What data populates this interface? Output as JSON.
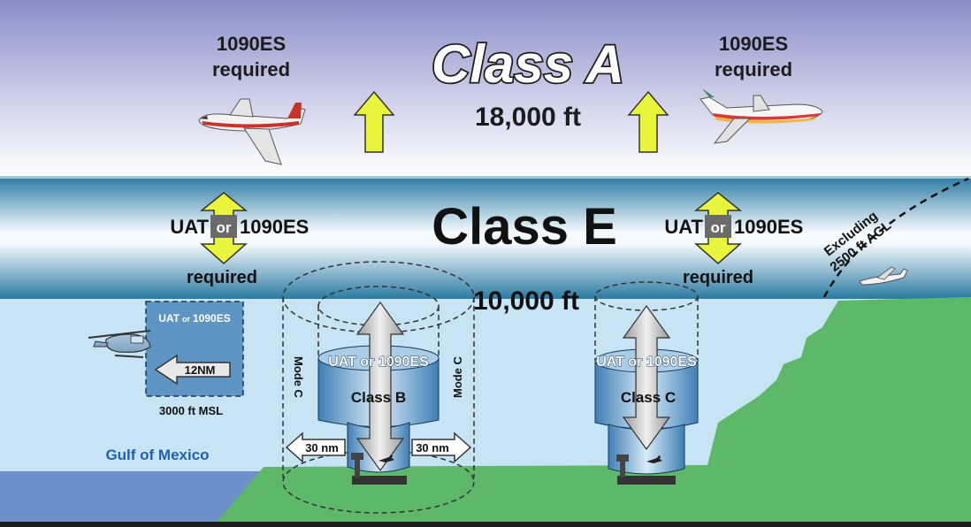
{
  "class_a": {
    "title": "Class A",
    "altitude": "18,000 ft",
    "left_req_line1": "1090ES",
    "left_req_line2": "required",
    "right_req_line1": "1090ES",
    "right_req_line2": "required"
  },
  "class_e": {
    "title": "Class E",
    "floor_altitude": "10,000 ft",
    "left_uat": "UAT",
    "left_or": "or",
    "left_es": "1090ES",
    "left_required": "required",
    "right_uat": "UAT",
    "right_or": "or",
    "right_es": "1090ES",
    "right_required": "required",
    "excluding_line1": "Excluding",
    "excluding_line2": "2500 ft AGL"
  },
  "gulf_area": {
    "label_uat": "UAT",
    "label_or": "or",
    "label_es": "1090ES",
    "distance": "12NM",
    "altitude": "3000 ft MSL",
    "water_label": "Gulf of Mexico"
  },
  "class_b": {
    "title": "Class B",
    "equipment": "UAT or 1090ES",
    "mode_c_left": "Mode C",
    "mode_c_right": "Mode C",
    "radius_left": "30 nm",
    "radius_right": "30 nm"
  },
  "class_c": {
    "title": "Class C",
    "equipment": "UAT or 1090ES"
  },
  "colors": {
    "sky_top": "#8d90c9",
    "class_e_band": "#2f7fa6",
    "lower_sky": "#c7e4f4",
    "ground": "#5eb86a",
    "water": "#6d8fca",
    "up_arrow": "#e9f53a",
    "cylinder": "#5f95c2",
    "gulf_label": "#2160b0"
  }
}
